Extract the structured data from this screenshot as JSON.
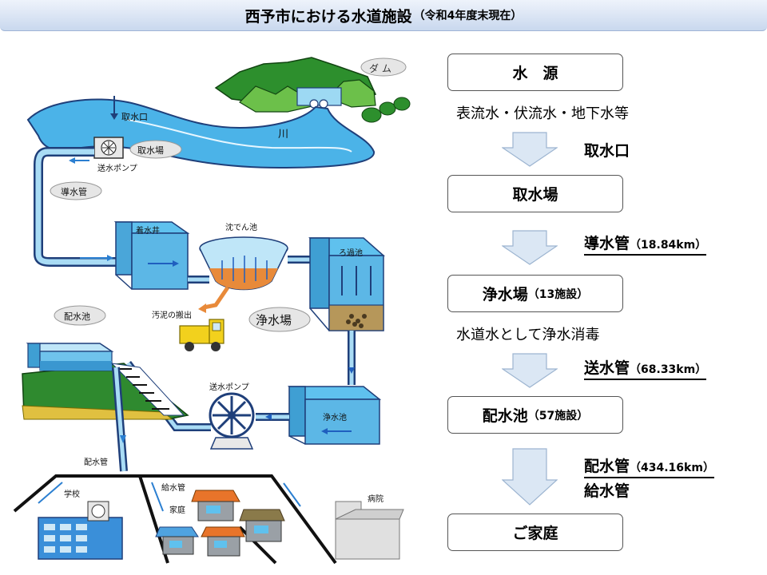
{
  "header": {
    "title": "西予市における水道施設",
    "subtitle": "（令和4年度末現在）"
  },
  "illustration": {
    "dam": "ダ ム",
    "river": "川",
    "intake_port": "取水口",
    "intake_station": "取水場",
    "pump_1": "送水ポンプ",
    "conduit": "導水管",
    "receiving_well": "着水井",
    "sedimentation_basin": "沈でん池",
    "filter_basin": "ろ過池",
    "sludge": "汚泥の搬出",
    "treatment_plant": "浄水場",
    "distribution_reservoir_top": "配水池",
    "pump_2": "送水ポンプ",
    "clear_water_basin": "浄水池",
    "distribution_pipe": "配水管",
    "school": "学校",
    "service_pipe": "給水管",
    "home": "家庭",
    "hospital": "病院"
  },
  "flow": {
    "source": "水　源",
    "source_note": "表流水・伏流水・地下水等",
    "intake_port": "取水口",
    "intake_station": "取水場",
    "conduit": "導水管",
    "conduit_length": "（18.84km）",
    "plant": "浄水場",
    "plant_count": "（13施設）",
    "plant_note": "水道水として浄水消毒",
    "transmission": "送水管",
    "transmission_length": "（68.33km）",
    "reservoir": "配水池",
    "reservoir_count": "（57施設）",
    "distribution": "配水管",
    "distribution_length": "（434.16km）",
    "service": "給水管",
    "home": "ご家庭"
  },
  "colors": {
    "arrow_fill": "#dbe7f4",
    "arrow_stroke": "#9cb4d0",
    "water": "#3aa6e0",
    "pipe": "#1f3f7a",
    "mountain": "#2f8a2f",
    "box_face": "#58b8e8"
  }
}
